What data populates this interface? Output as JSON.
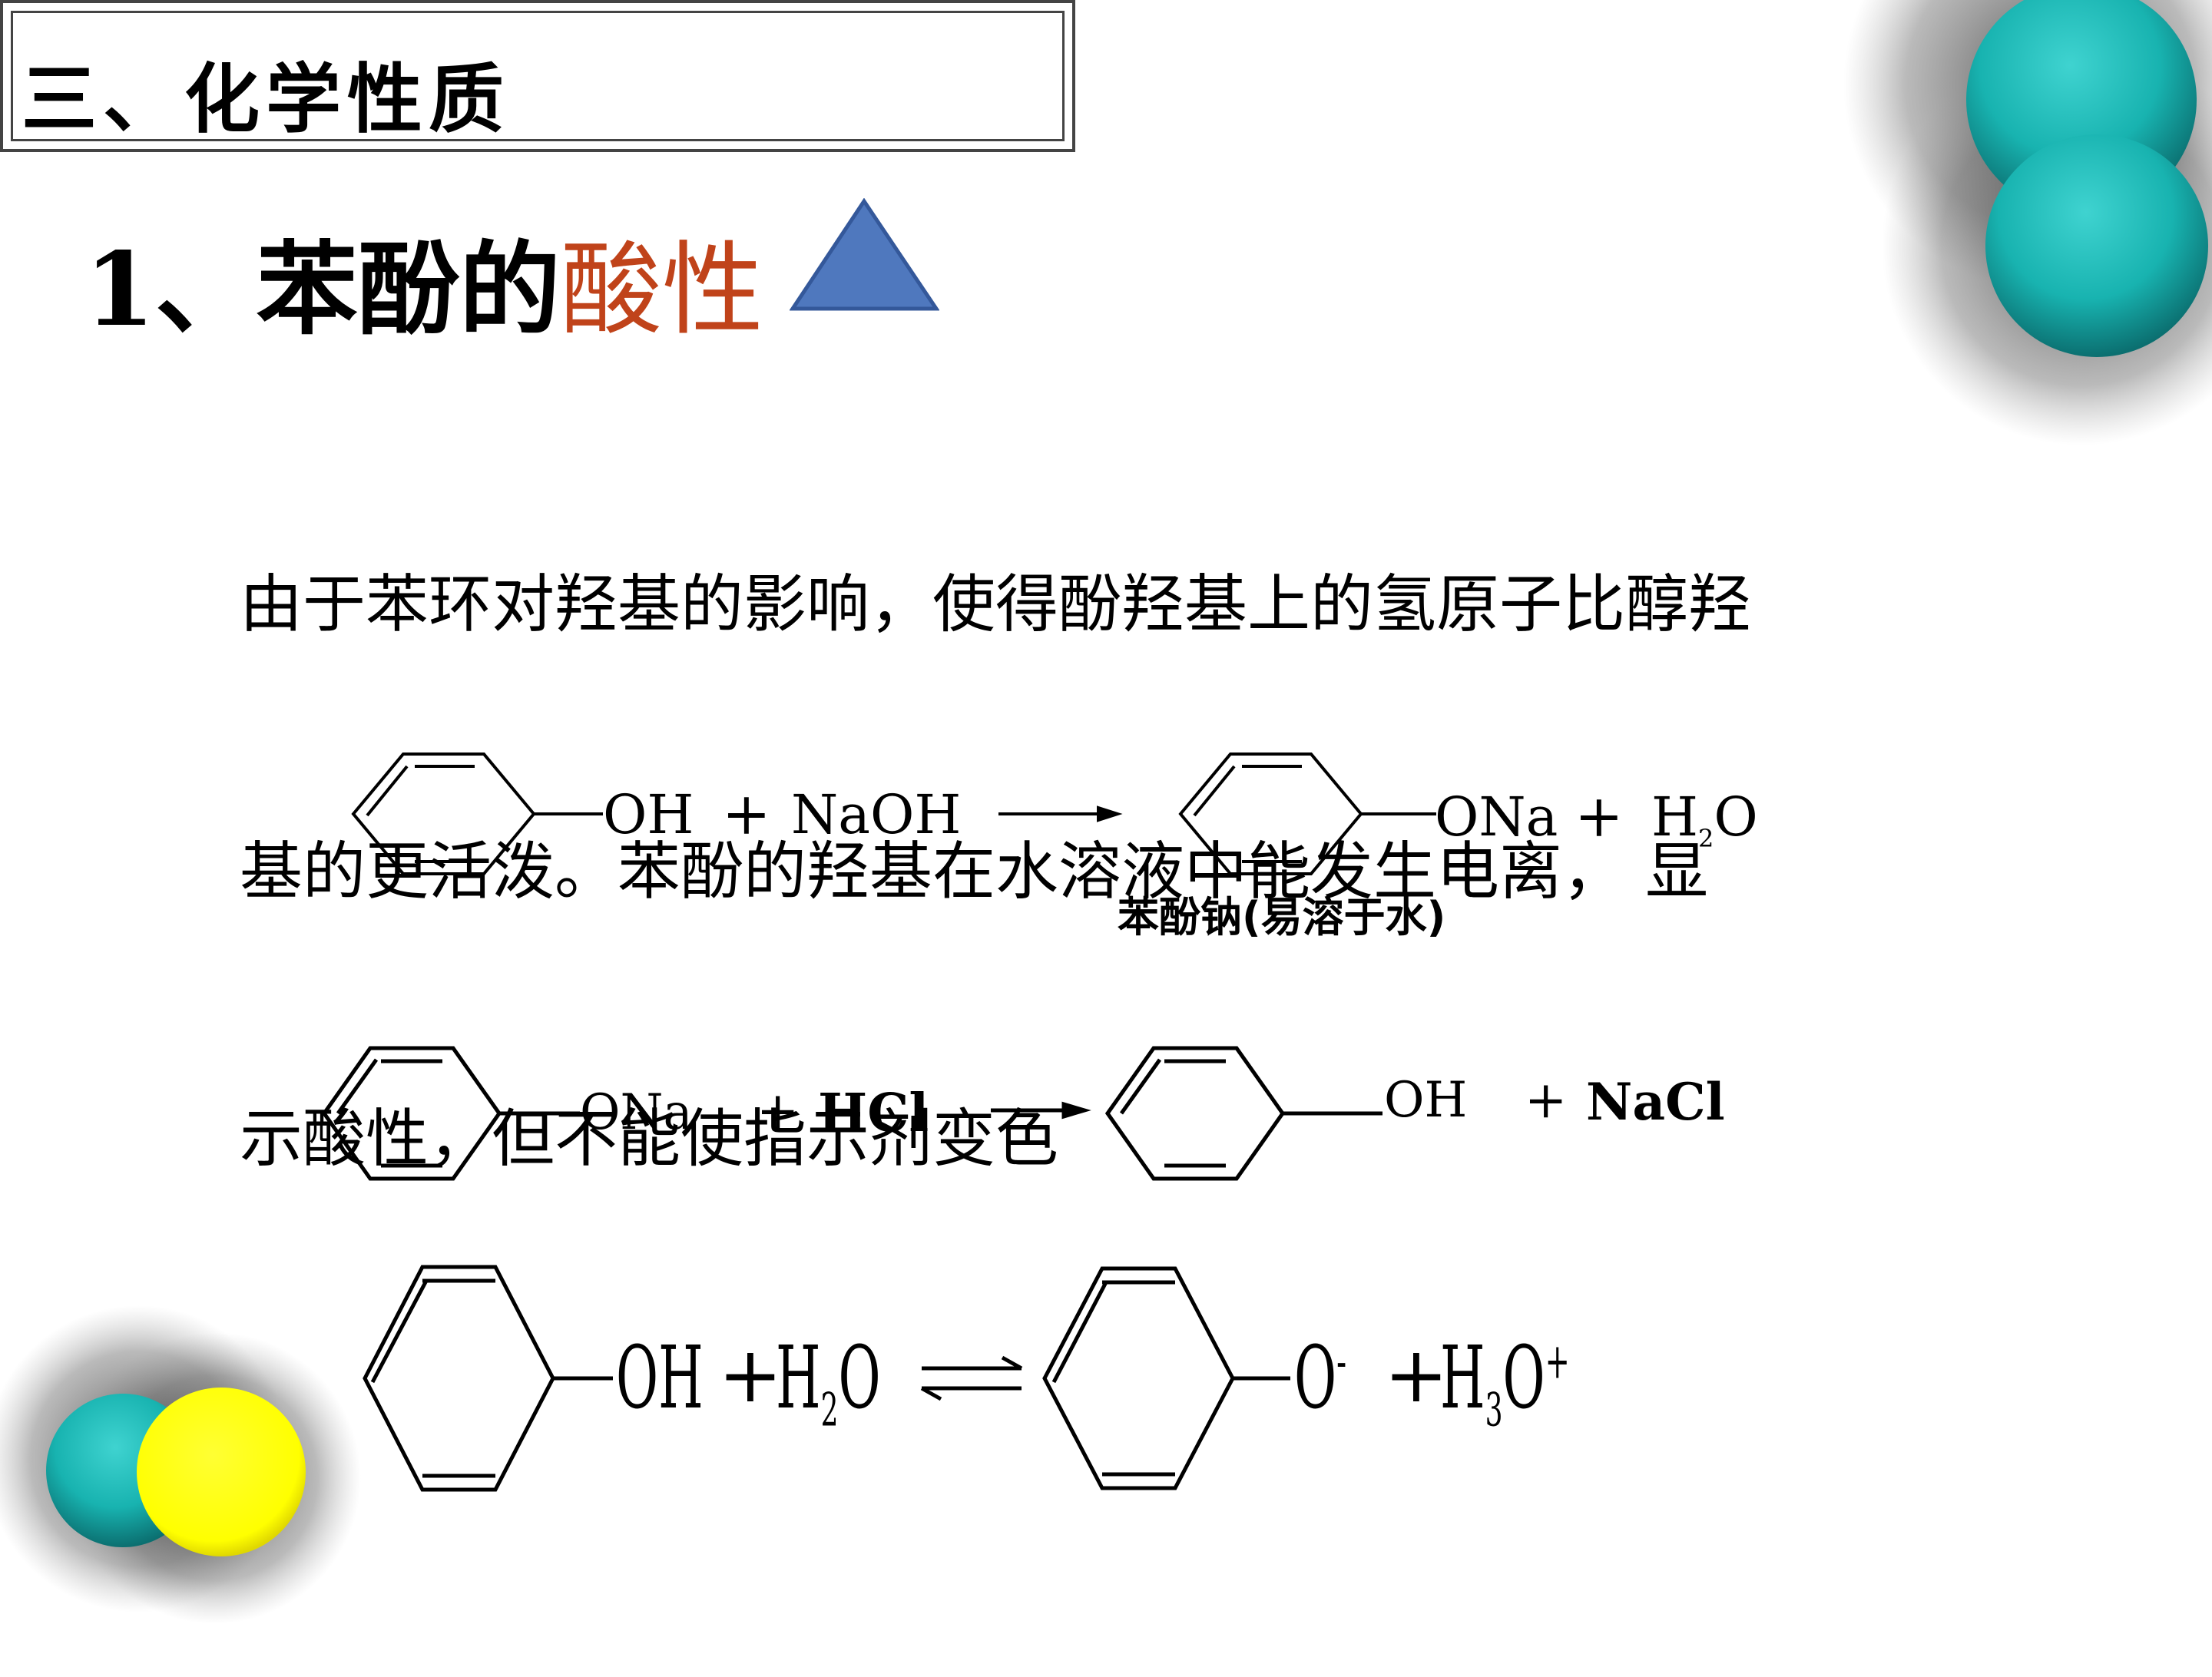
{
  "header": {
    "title": "三、化学性质"
  },
  "section": {
    "number": "1、",
    "title_plain": "苯酚的",
    "title_accent": "酸性",
    "accent_color": "#C0431A"
  },
  "paragraph": {
    "lines": [
      "由于苯环对羟基的影响，使得酚羟基上的氢原子比醇羟",
      "基的更活泼。苯酚的羟基在水溶液中能发生电离， 显",
      "示酸性，但不能使指示剂变色"
    ]
  },
  "equations": {
    "eq1": {
      "oh": "OH",
      "plus1": "+",
      "naoh": "NaOH",
      "ona": "ONa",
      "plus2": "+",
      "h2o_h": "H",
      "h2o_sub": "2",
      "h2o_o": "O",
      "caption": "苯酚钠(易溶于水)"
    },
    "eq2": {
      "ona": "ONa",
      "plus1": "+",
      "hcl": "HCl",
      "oh": "OH",
      "plus2": "+",
      "nacl": "NaCl"
    },
    "eq3": {
      "oh": "OH",
      "plus1": "+",
      "h2o_h": "H",
      "h2o_sub": "2",
      "h2o_o": "O",
      "o_minus": "O",
      "minus": "-",
      "plus2": "+",
      "h3o_h": "H",
      "h3o_sub": "3",
      "h3o_o": "O",
      "plus_sup": "+"
    }
  },
  "decor": {
    "triangle_color": "#4F78BE",
    "teal": "#1FB5B5",
    "yellow": "#FFFF00"
  }
}
